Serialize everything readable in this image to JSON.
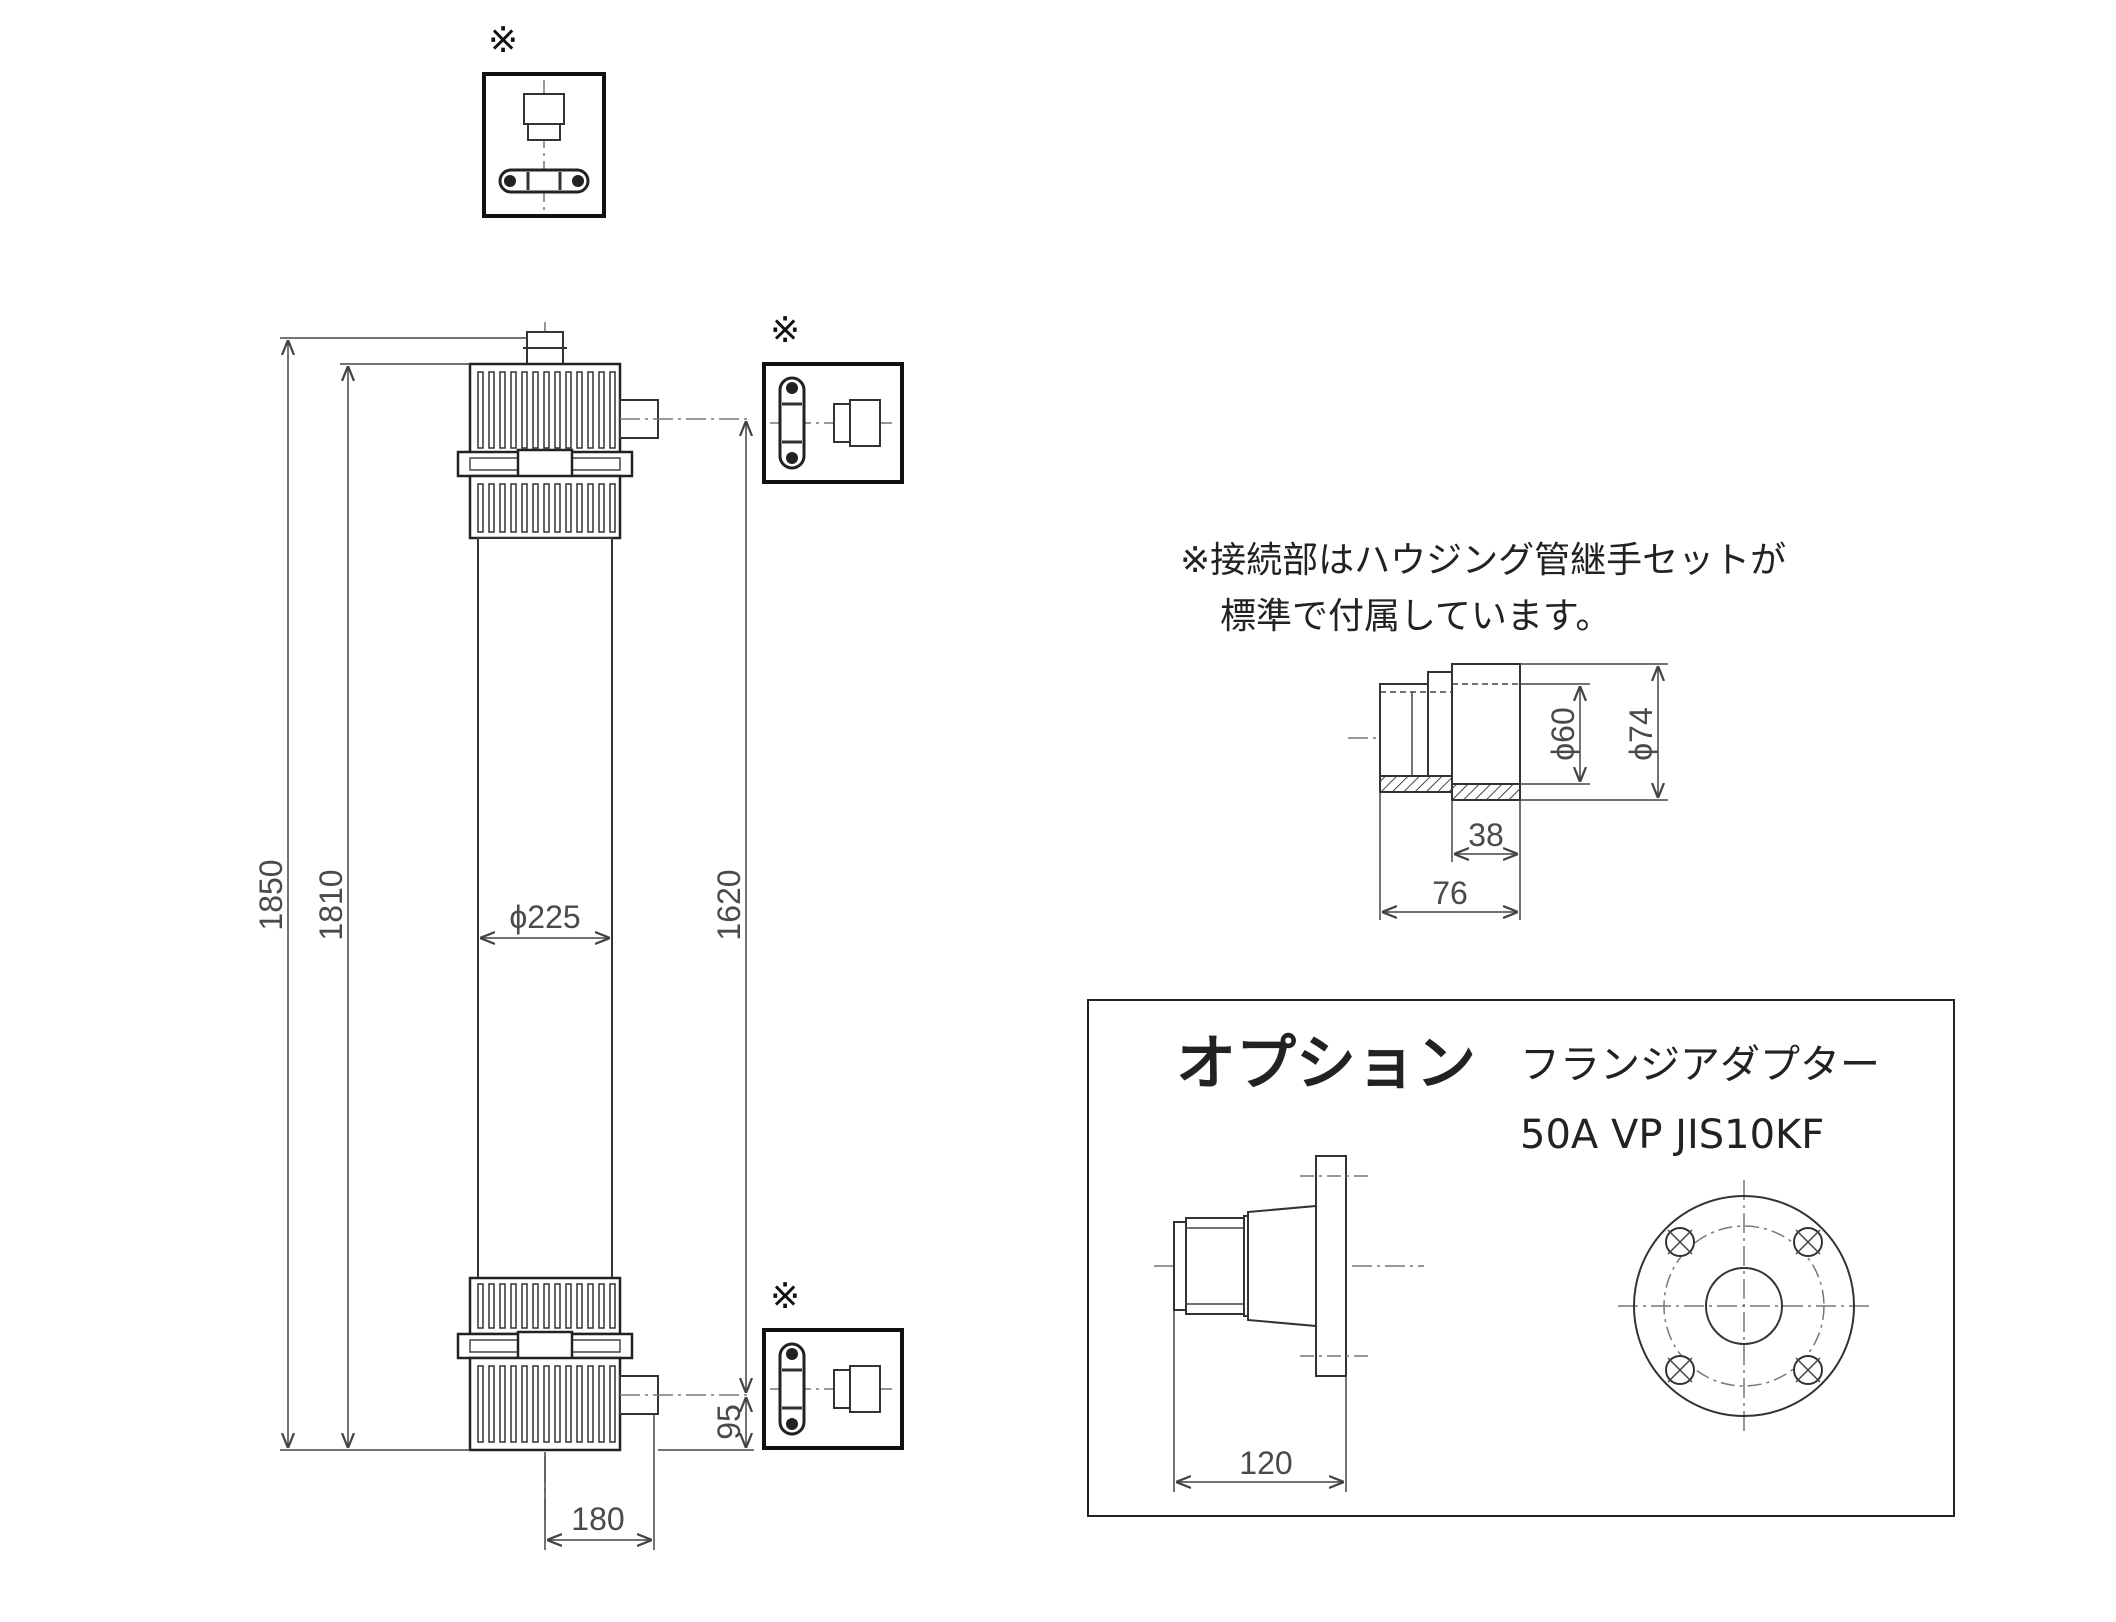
{
  "reference_mark": "※",
  "dimensions": {
    "overall_height": "1850",
    "body_height": "1810",
    "port_spacing": "1620",
    "diameter": "ϕ225",
    "port_width": "180",
    "bottom_port_offset": "95"
  },
  "note": {
    "line1": "※接続部はハウジング管継手セットが",
    "line2": "標準で付属しています。"
  },
  "fitting": {
    "inner_diameter": "ϕ60",
    "outer_diameter": "ϕ74",
    "socket_length": "38",
    "total_length": "76"
  },
  "option": {
    "title": "オプション",
    "product": "フランジアダプター",
    "spec": "50A VP JIS10KF",
    "length": "120"
  }
}
